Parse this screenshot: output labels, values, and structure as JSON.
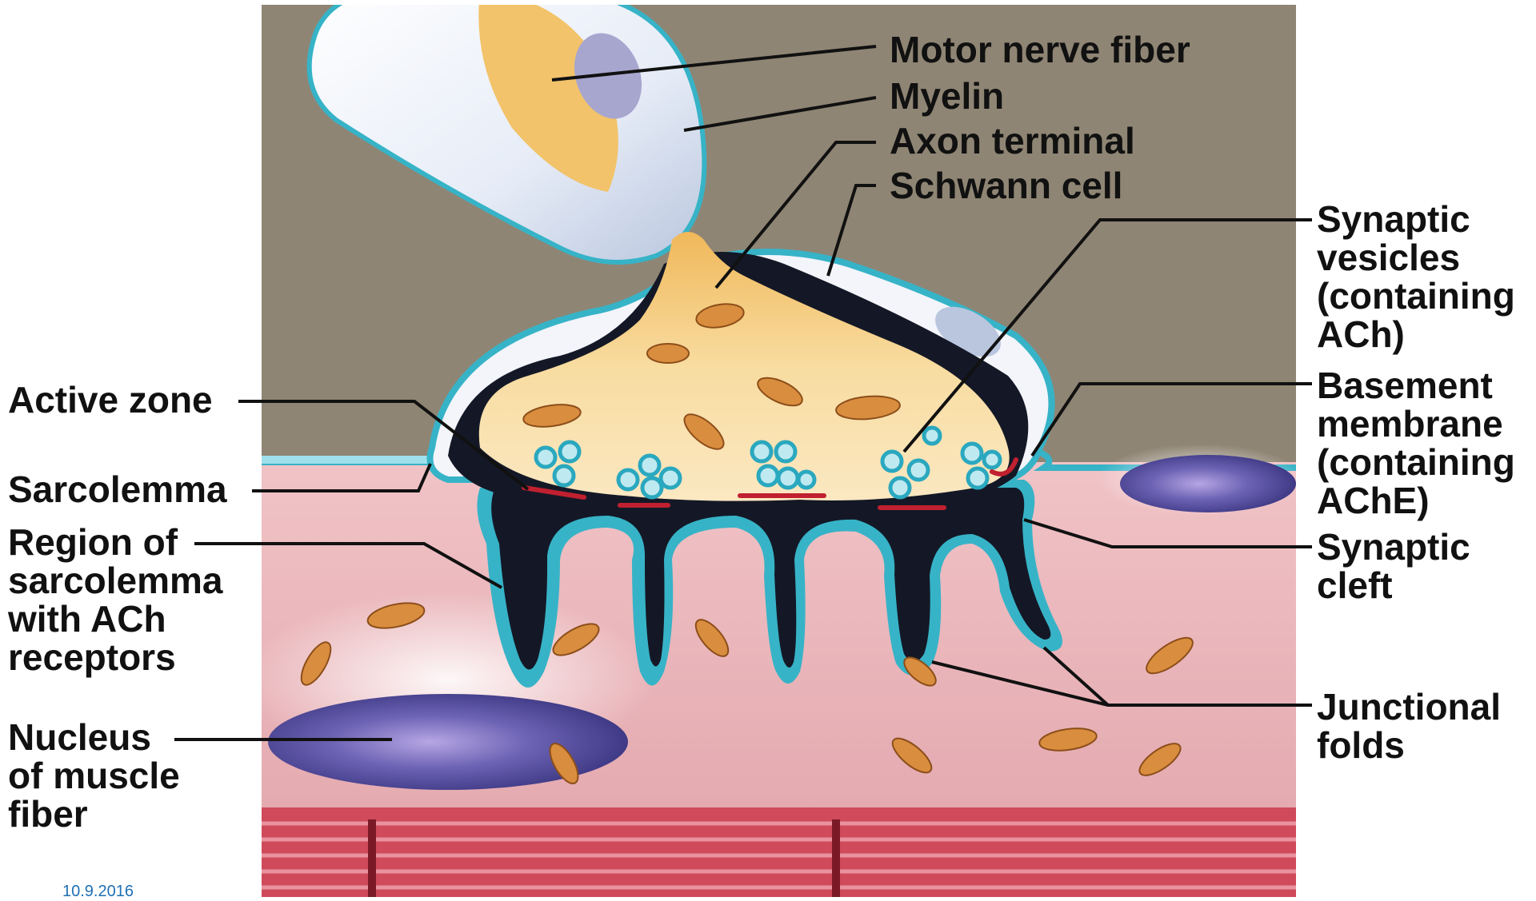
{
  "labels": {
    "motor_nerve_fiber": "Motor nerve fiber",
    "myelin": "Myelin",
    "axon_terminal": "Axon terminal",
    "schwann_cell": "Schwann cell",
    "synaptic_vesicles": [
      "Synaptic",
      "vesicles",
      "(containing",
      "ACh)"
    ],
    "basement_membrane": [
      "Basement",
      "membrane",
      "(containing",
      "AChE)"
    ],
    "synaptic_cleft": [
      "Synaptic",
      "cleft"
    ],
    "junctional_folds": [
      "Junctional",
      "folds"
    ],
    "active_zone": "Active zone",
    "sarcolemma": "Sarcolemma",
    "region_of_sarcolemma": [
      "Region of",
      "sarcolemma",
      "with ACh",
      "receptors"
    ],
    "nucleus_of_muscle_fiber": [
      "Nucleus",
      "of muscle",
      "fiber"
    ]
  },
  "footer": "10.9.2016",
  "colors": {
    "background_tissue": "#8f8574",
    "muscle_fiber": "#ecbcc0",
    "axon_terminal": "#f6d79a",
    "membrane": "#37b3c7",
    "synaptic_cleft": "#141826",
    "myelin": "#f1f4fb",
    "nucleus": "#5f58a8",
    "mitochondria": "#d98d3e",
    "myofibril_red": "#cc3a4e"
  }
}
